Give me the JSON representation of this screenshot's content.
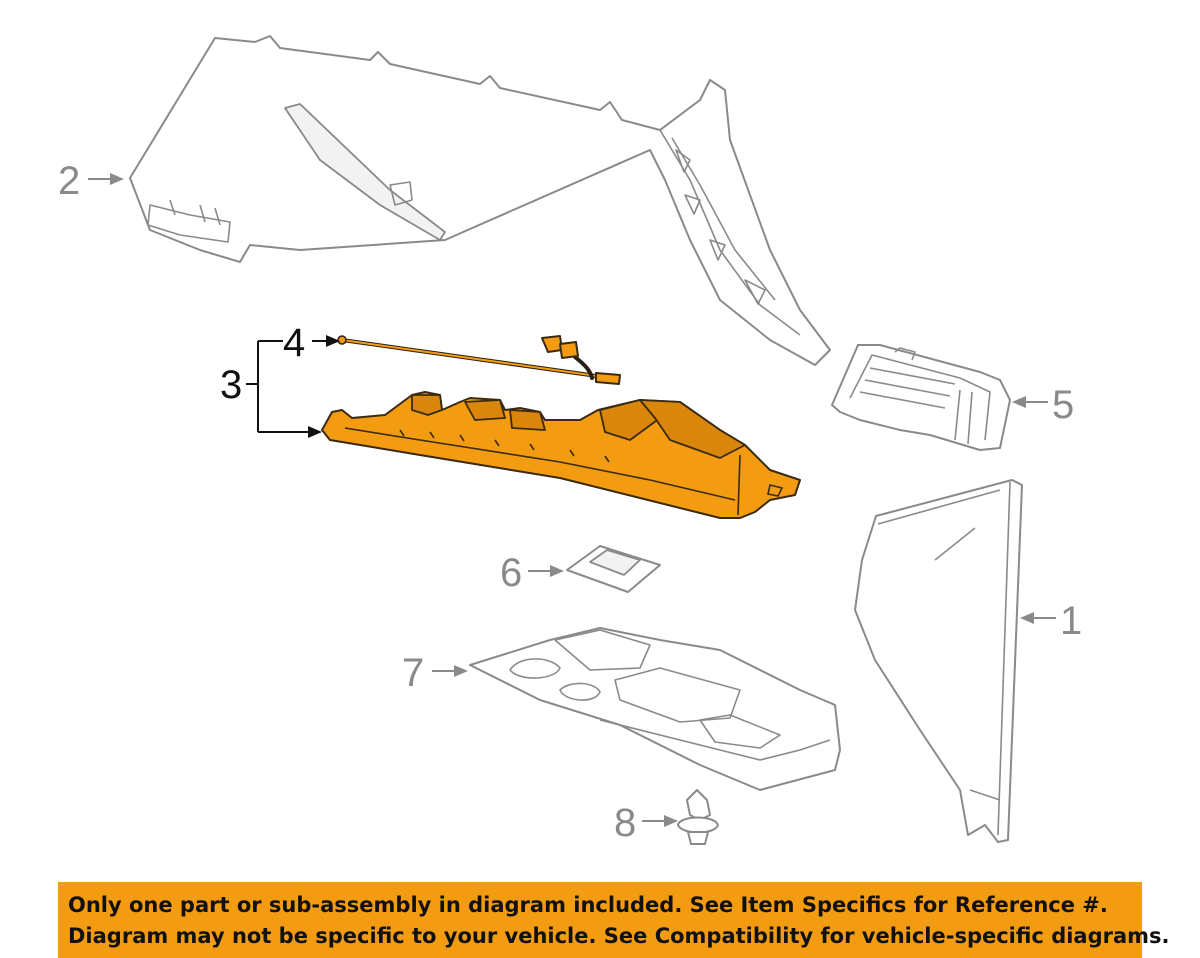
{
  "callouts": [
    {
      "id": "1",
      "label": "1"
    },
    {
      "id": "2",
      "label": "2"
    },
    {
      "id": "3",
      "label": "3"
    },
    {
      "id": "4",
      "label": "4"
    },
    {
      "id": "5",
      "label": "5"
    },
    {
      "id": "6",
      "label": "6"
    },
    {
      "id": "7",
      "label": "7"
    },
    {
      "id": "8",
      "label": "8"
    }
  ],
  "colors": {
    "highlight": "#f39c12",
    "outline": "#8a8a8a",
    "banner": "#f39c12"
  },
  "banner": {
    "line1": "Only one part or sub-assembly in diagram included. See Item Specifics for Reference #.",
    "line2": "Diagram may not be specific to your vehicle. See Compatibility for vehicle-specific diagrams."
  }
}
